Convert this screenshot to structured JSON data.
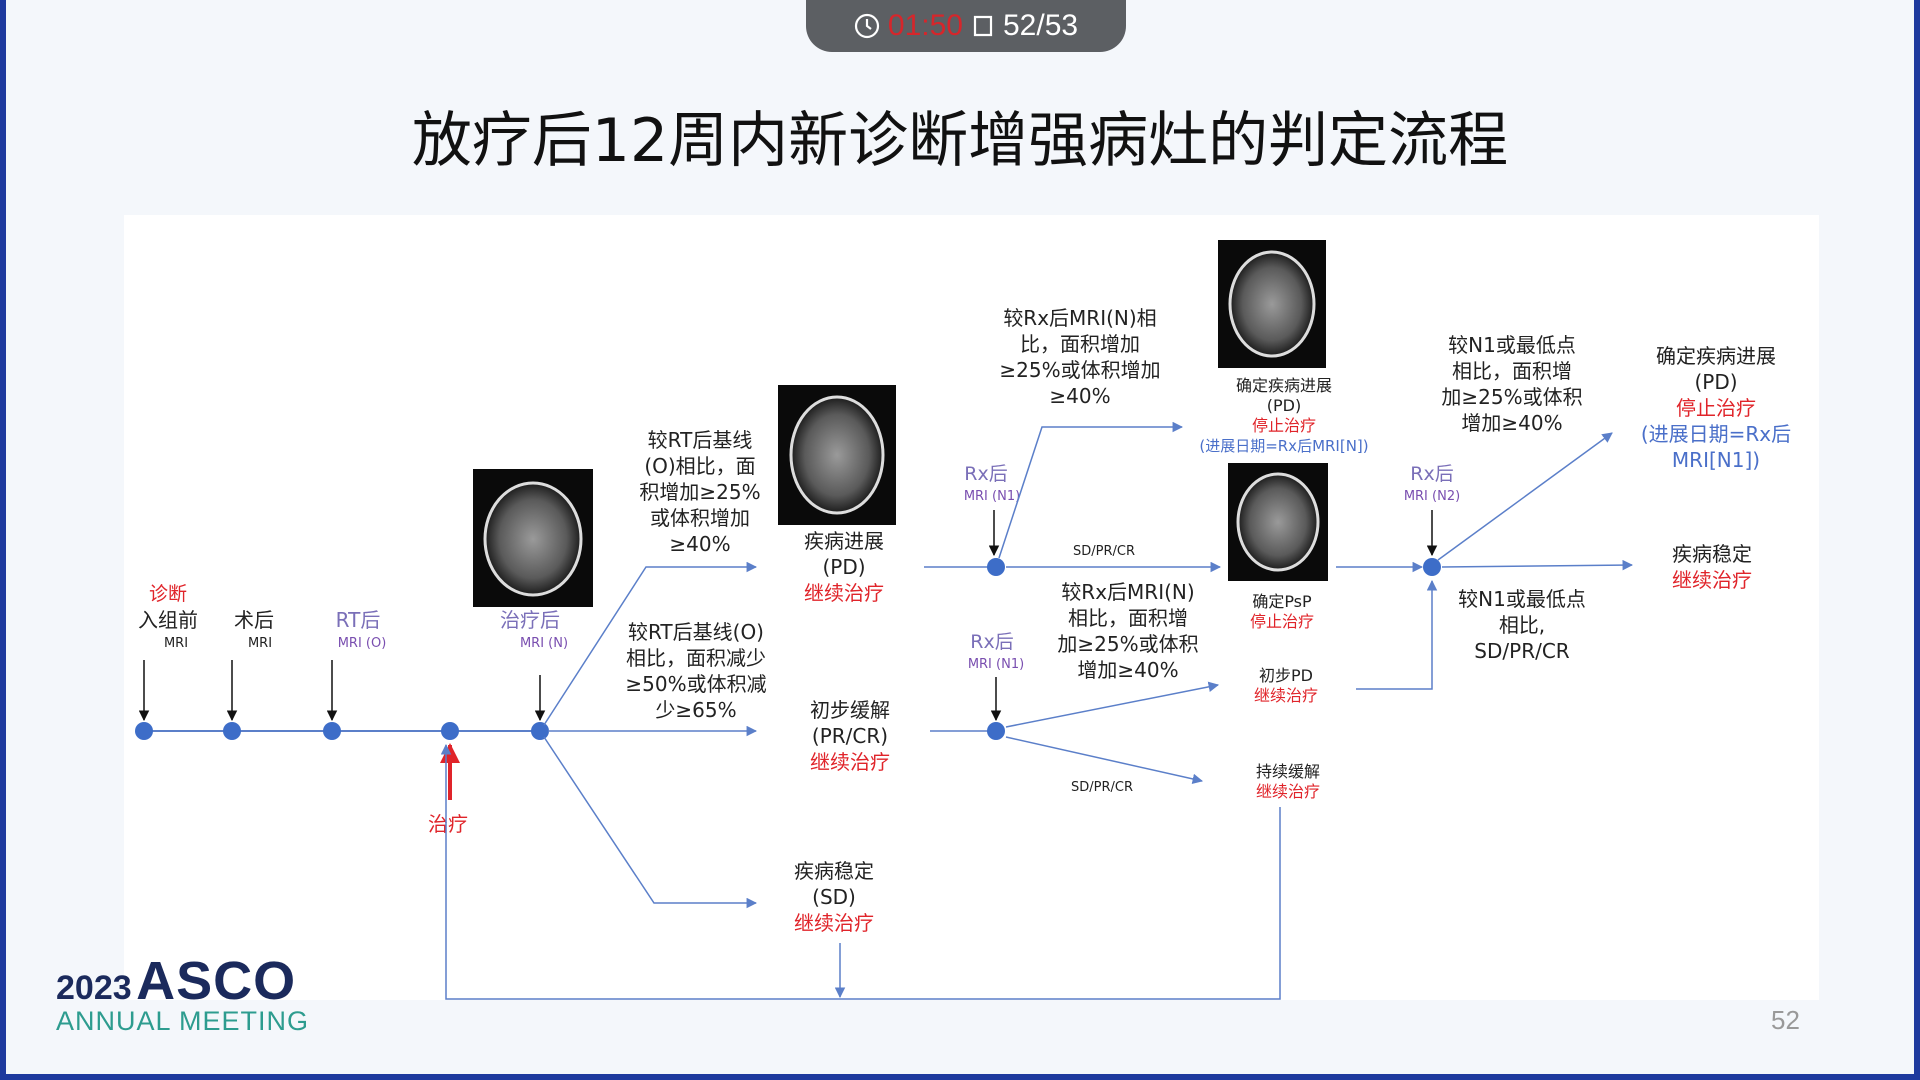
{
  "topbar": {
    "timer": "01:50",
    "page": "52/53"
  },
  "title": "放疗后12周内新诊断增强病灶的判定流程",
  "timeline": {
    "diag_label": "诊断",
    "pre_enroll": "入组前",
    "post_op": "术后",
    "post_rt": "RT后",
    "post_tx": "治疗后",
    "mri": "MRI",
    "mri_o": "MRI (O)",
    "mri_n": "MRI (N)",
    "treatment": "治疗"
  },
  "branch_pd": {
    "cond": [
      "较RT后基线",
      "(O)相比，面",
      "积增加≥25%",
      "或体积增加",
      "≥40%"
    ],
    "result": [
      "疾病进展",
      "(PD)"
    ],
    "action": "继续治疗"
  },
  "branch_pr": {
    "cond": [
      "较RT后基线(O)",
      "相比，面积减少",
      "≥50%或体积减",
      "少≥65%"
    ],
    "result": [
      "初步缓解",
      "(PR/CR)"
    ],
    "action": "继续治疗"
  },
  "branch_sd": {
    "result": [
      "疾病稳定",
      "(SD)"
    ],
    "action": "继续治疗"
  },
  "rx_upper": {
    "label": "Rx后",
    "mri": "MRI (N1)",
    "cond": [
      "较Rx后MRI(N)相",
      "比，面积增加",
      "≥25%或体积增加",
      "≥40%"
    ],
    "sd_label": "SD/PR/CR",
    "confirm_pd": [
      "确定疾病进展",
      "(PD)"
    ],
    "stop": "停止治疗",
    "date_note": "(进展日期=Rx后MRI[N])",
    "psp": "确定PsP",
    "psp_action": "停止治疗"
  },
  "rx_lower": {
    "label": "Rx后",
    "mri": "MRI (N1)",
    "cond": [
      "较Rx后MRI(N)",
      "相比，面积增",
      "加≥25%或体积",
      "增加≥40%"
    ],
    "sd_label": "SD/PR/CR",
    "prelim_pd": "初步PD",
    "prelim_action": "继续治疗",
    "sustained": "持续缓解",
    "sustained_action": "继续治疗"
  },
  "rx_n2": {
    "label": "Rx后",
    "mri": "MRI (N2)",
    "cond_up": [
      "较N1或最低点",
      "相比，面积增",
      "加≥25%或体积",
      "增加≥40%"
    ],
    "cond_down": [
      "较N1或最低点",
      "相比,",
      "SD/PR/CR"
    ],
    "final_pd": [
      "确定疾病进展",
      "(PD)"
    ],
    "final_stop": "停止治疗",
    "final_note": [
      "(进展日期=Rx后",
      "MRI[N1])"
    ],
    "stable": "疾病稳定",
    "stable_action": "继续治疗"
  },
  "logo": {
    "year": "2023",
    "brand": "ASCO",
    "sub": "ANNUAL MEETING"
  },
  "page_number": "52",
  "colors": {
    "red": "#e0242a",
    "blue": "#4a6fc9",
    "purple": "#7a4fb0",
    "node": "#3d6dc8"
  }
}
